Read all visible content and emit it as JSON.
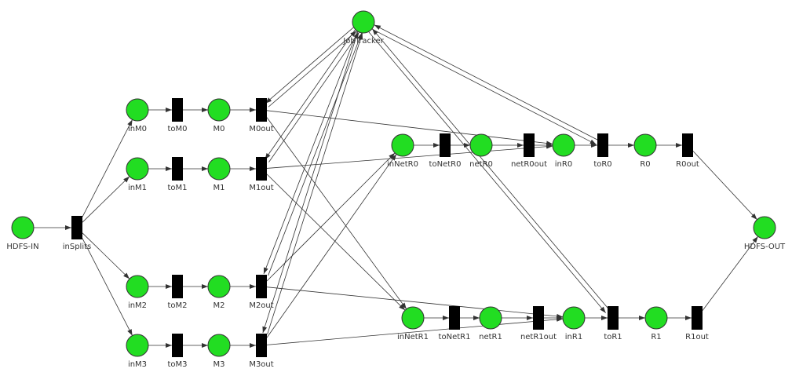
{
  "colors": {
    "place_fill": "#22dd22",
    "transition_fill": "#000000",
    "arc": "#333333",
    "label": "#333333",
    "background": "#ffffff"
  },
  "places": [
    {
      "id": "JobTracker",
      "label": "JobTracker"
    },
    {
      "id": "inM0",
      "label": "inM0"
    },
    {
      "id": "M0",
      "label": "M0"
    },
    {
      "id": "inM1",
      "label": "inM1"
    },
    {
      "id": "M1",
      "label": "M1"
    },
    {
      "id": "HDFS-IN",
      "label": "HDFS-IN"
    },
    {
      "id": "inM2",
      "label": "inM2"
    },
    {
      "id": "M2",
      "label": "M2"
    },
    {
      "id": "inM3",
      "label": "inM3"
    },
    {
      "id": "M3",
      "label": "M3"
    },
    {
      "id": "inNetR0",
      "label": "inNetR0"
    },
    {
      "id": "netR0",
      "label": "netR0"
    },
    {
      "id": "inR0",
      "label": "inR0"
    },
    {
      "id": "R0",
      "label": "R0"
    },
    {
      "id": "inNetR1",
      "label": "inNetR1"
    },
    {
      "id": "netR1",
      "label": "netR1"
    },
    {
      "id": "inR1",
      "label": "inR1"
    },
    {
      "id": "R1",
      "label": "R1"
    },
    {
      "id": "HDFS-OUT",
      "label": "HDFS-OUT"
    }
  ],
  "transitions": [
    {
      "id": "inSplits",
      "label": "inSplits"
    },
    {
      "id": "toM0",
      "label": "toM0"
    },
    {
      "id": "M0out",
      "label": "M0out"
    },
    {
      "id": "toM1",
      "label": "toM1"
    },
    {
      "id": "M1out",
      "label": "M1out"
    },
    {
      "id": "toM2",
      "label": "toM2"
    },
    {
      "id": "M2out",
      "label": "M2out"
    },
    {
      "id": "toM3",
      "label": "toM3"
    },
    {
      "id": "M3out",
      "label": "M3out"
    },
    {
      "id": "toNetR0",
      "label": "toNetR0"
    },
    {
      "id": "netR0out",
      "label": "netR0out"
    },
    {
      "id": "toR0",
      "label": "toR0"
    },
    {
      "id": "R0out",
      "label": "R0out"
    },
    {
      "id": "toNetR1",
      "label": "toNetR1"
    },
    {
      "id": "netR1out",
      "label": "netR1out"
    },
    {
      "id": "toR1",
      "label": "toR1"
    },
    {
      "id": "R1out",
      "label": "R1out"
    }
  ],
  "arcs": [
    {
      "from": "HDFS-IN",
      "to": "inSplits"
    },
    {
      "from": "inSplits",
      "to": "inM0"
    },
    {
      "from": "inSplits",
      "to": "inM1"
    },
    {
      "from": "inSplits",
      "to": "inM2"
    },
    {
      "from": "inSplits",
      "to": "inM3"
    },
    {
      "from": "inM0",
      "to": "toM0"
    },
    {
      "from": "toM0",
      "to": "M0"
    },
    {
      "from": "M0",
      "to": "M0out"
    },
    {
      "from": "inM1",
      "to": "toM1"
    },
    {
      "from": "toM1",
      "to": "M1"
    },
    {
      "from": "M1",
      "to": "M1out"
    },
    {
      "from": "inM2",
      "to": "toM2"
    },
    {
      "from": "toM2",
      "to": "M2"
    },
    {
      "from": "M2",
      "to": "M2out"
    },
    {
      "from": "inM3",
      "to": "toM3"
    },
    {
      "from": "toM3",
      "to": "M3"
    },
    {
      "from": "M3",
      "to": "M3out"
    },
    {
      "from": "JobTracker",
      "to": "M0out"
    },
    {
      "from": "M0out",
      "to": "JobTracker"
    },
    {
      "from": "JobTracker",
      "to": "M1out"
    },
    {
      "from": "M1out",
      "to": "JobTracker"
    },
    {
      "from": "JobTracker",
      "to": "M2out"
    },
    {
      "from": "M2out",
      "to": "JobTracker"
    },
    {
      "from": "JobTracker",
      "to": "M3out"
    },
    {
      "from": "M3out",
      "to": "JobTracker"
    },
    {
      "from": "M0out",
      "to": "inR0"
    },
    {
      "from": "M1out",
      "to": "inR0"
    },
    {
      "from": "M2out",
      "to": "inR1"
    },
    {
      "from": "M3out",
      "to": "inR1"
    },
    {
      "from": "M0out",
      "to": "inNetR1"
    },
    {
      "from": "M1out",
      "to": "inNetR1"
    },
    {
      "from": "M2out",
      "to": "inNetR0"
    },
    {
      "from": "M3out",
      "to": "inNetR0"
    },
    {
      "from": "inNetR0",
      "to": "toNetR0"
    },
    {
      "from": "toNetR0",
      "to": "netR0"
    },
    {
      "from": "netR0",
      "to": "netR0out"
    },
    {
      "from": "netR0out",
      "to": "inR0"
    },
    {
      "from": "inR0",
      "to": "toR0"
    },
    {
      "from": "toR0",
      "to": "R0"
    },
    {
      "from": "R0",
      "to": "R0out"
    },
    {
      "from": "R0out",
      "to": "HDFS-OUT"
    },
    {
      "from": "inNetR1",
      "to": "toNetR1"
    },
    {
      "from": "toNetR1",
      "to": "netR1"
    },
    {
      "from": "netR1",
      "to": "netR1out"
    },
    {
      "from": "netR1out",
      "to": "inR1"
    },
    {
      "from": "inR1",
      "to": "toR1"
    },
    {
      "from": "toR1",
      "to": "R1"
    },
    {
      "from": "R1",
      "to": "R1out"
    },
    {
      "from": "R1out",
      "to": "HDFS-OUT"
    },
    {
      "from": "toR0",
      "to": "JobTracker"
    },
    {
      "from": "JobTracker",
      "to": "toR0"
    },
    {
      "from": "toR1",
      "to": "JobTracker"
    },
    {
      "from": "JobTracker",
      "to": "toR1"
    }
  ]
}
